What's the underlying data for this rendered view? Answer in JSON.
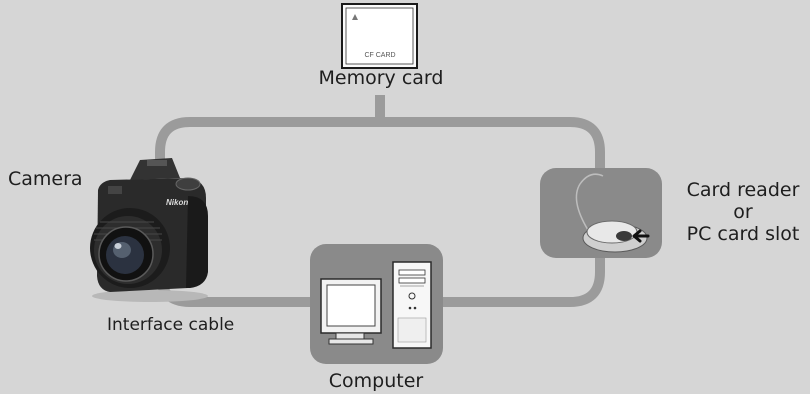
{
  "memory_card": {
    "label": "Memory card",
    "card_text": "CF CARD"
  },
  "camera": {
    "label": "Camera",
    "brand_text": "Nikon"
  },
  "card_reader": {
    "label_line1": "Card reader",
    "label_line2": "or",
    "label_line3": "PC card slot"
  },
  "computer": {
    "label": "Computer"
  },
  "cable": {
    "label": "Interface cable"
  },
  "colors": {
    "background": "#d6d6d6",
    "connector": "#9b9b9b",
    "panel": "#8a8a8a",
    "text": "#1e1e1e"
  }
}
